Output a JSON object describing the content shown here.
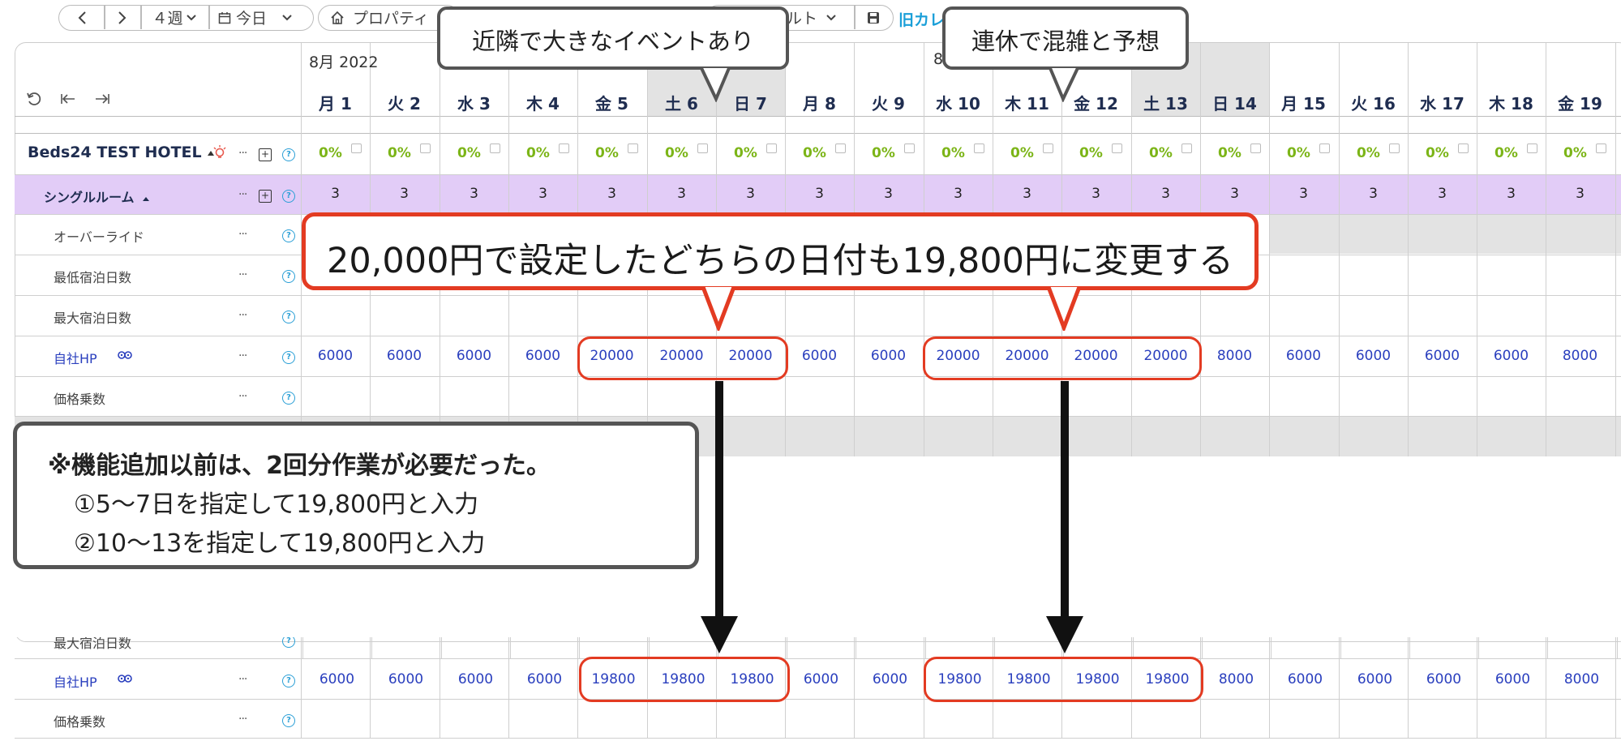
{
  "toolbar": {
    "prev_icon": "chevron-left-icon",
    "next_icon": "chevron-right-icon",
    "range": "４週",
    "today": "今日",
    "property": "プロパティ",
    "default": "ルト",
    "legacy_link": "旧カレ"
  },
  "grid": {
    "month_label_1": "8月 2022",
    "month_label_2": "8",
    "days": [
      "月 1",
      "火 2",
      "水 3",
      "木 4",
      "金 5",
      "土 6",
      "日 7",
      "月 8",
      "火 9",
      "水 10",
      "木 11",
      "金 12",
      "土 13",
      "日 14",
      "月 15",
      "火 16",
      "水 17",
      "木 18",
      "金 19"
    ],
    "weekend_indices": [
      5,
      6,
      12,
      13
    ],
    "hotel_name": "Beds24 TEST HOTEL",
    "occupancy": [
      "0%",
      "0%",
      "0%",
      "0%",
      "0%",
      "0%",
      "0%",
      "0%",
      "0%",
      "0%",
      "0%",
      "0%",
      "0%",
      "0%",
      "0%",
      "0%",
      "0%",
      "0%",
      "0%"
    ],
    "room_name": "シングルルーム",
    "room_counts": [
      "3",
      "3",
      "3",
      "3",
      "3",
      "3",
      "3",
      "3",
      "3",
      "3",
      "3",
      "3",
      "3",
      "3",
      "3",
      "3",
      "3",
      "3",
      "3"
    ],
    "row_labels": {
      "override": "オーバーライド",
      "min_stay": "最低宿泊日数",
      "max_stay": "最大宿泊日数",
      "own_hp": "自社HP",
      "multiplier": "価格乗数",
      "max_stay_bottom": "最大宿泊日数"
    },
    "prices_before": [
      "6000",
      "6000",
      "6000",
      "6000",
      "20000",
      "20000",
      "20000",
      "6000",
      "6000",
      "20000",
      "20000",
      "20000",
      "20000",
      "8000",
      "6000",
      "6000",
      "6000",
      "6000",
      "8000"
    ],
    "prices_after": [
      "6000",
      "6000",
      "6000",
      "6000",
      "19800",
      "19800",
      "19800",
      "6000",
      "6000",
      "19800",
      "19800",
      "19800",
      "19800",
      "8000",
      "6000",
      "6000",
      "6000",
      "6000",
      "8000"
    ]
  },
  "callouts": {
    "event": "近隣で大きなイベントあり",
    "holiday": "連休で混雑と予想",
    "main": "20,000円で設定したどちらの日付も19,800円に変更する",
    "note_title": "※機能追加以前は、2回分作業が必要だった。",
    "note_line1": "①5〜7日を指定して19,800円と入力",
    "note_line2": "②10〜13を指定して19,800円と入力"
  },
  "colors": {
    "highlight_red": "#e33b22",
    "occupancy_green": "#7cb518",
    "price_blue": "#2a3fbe",
    "room_row_purple": "#e2ccf7",
    "weekend_gray": "#e3e3e3",
    "link_blue": "#1a9fd8"
  }
}
